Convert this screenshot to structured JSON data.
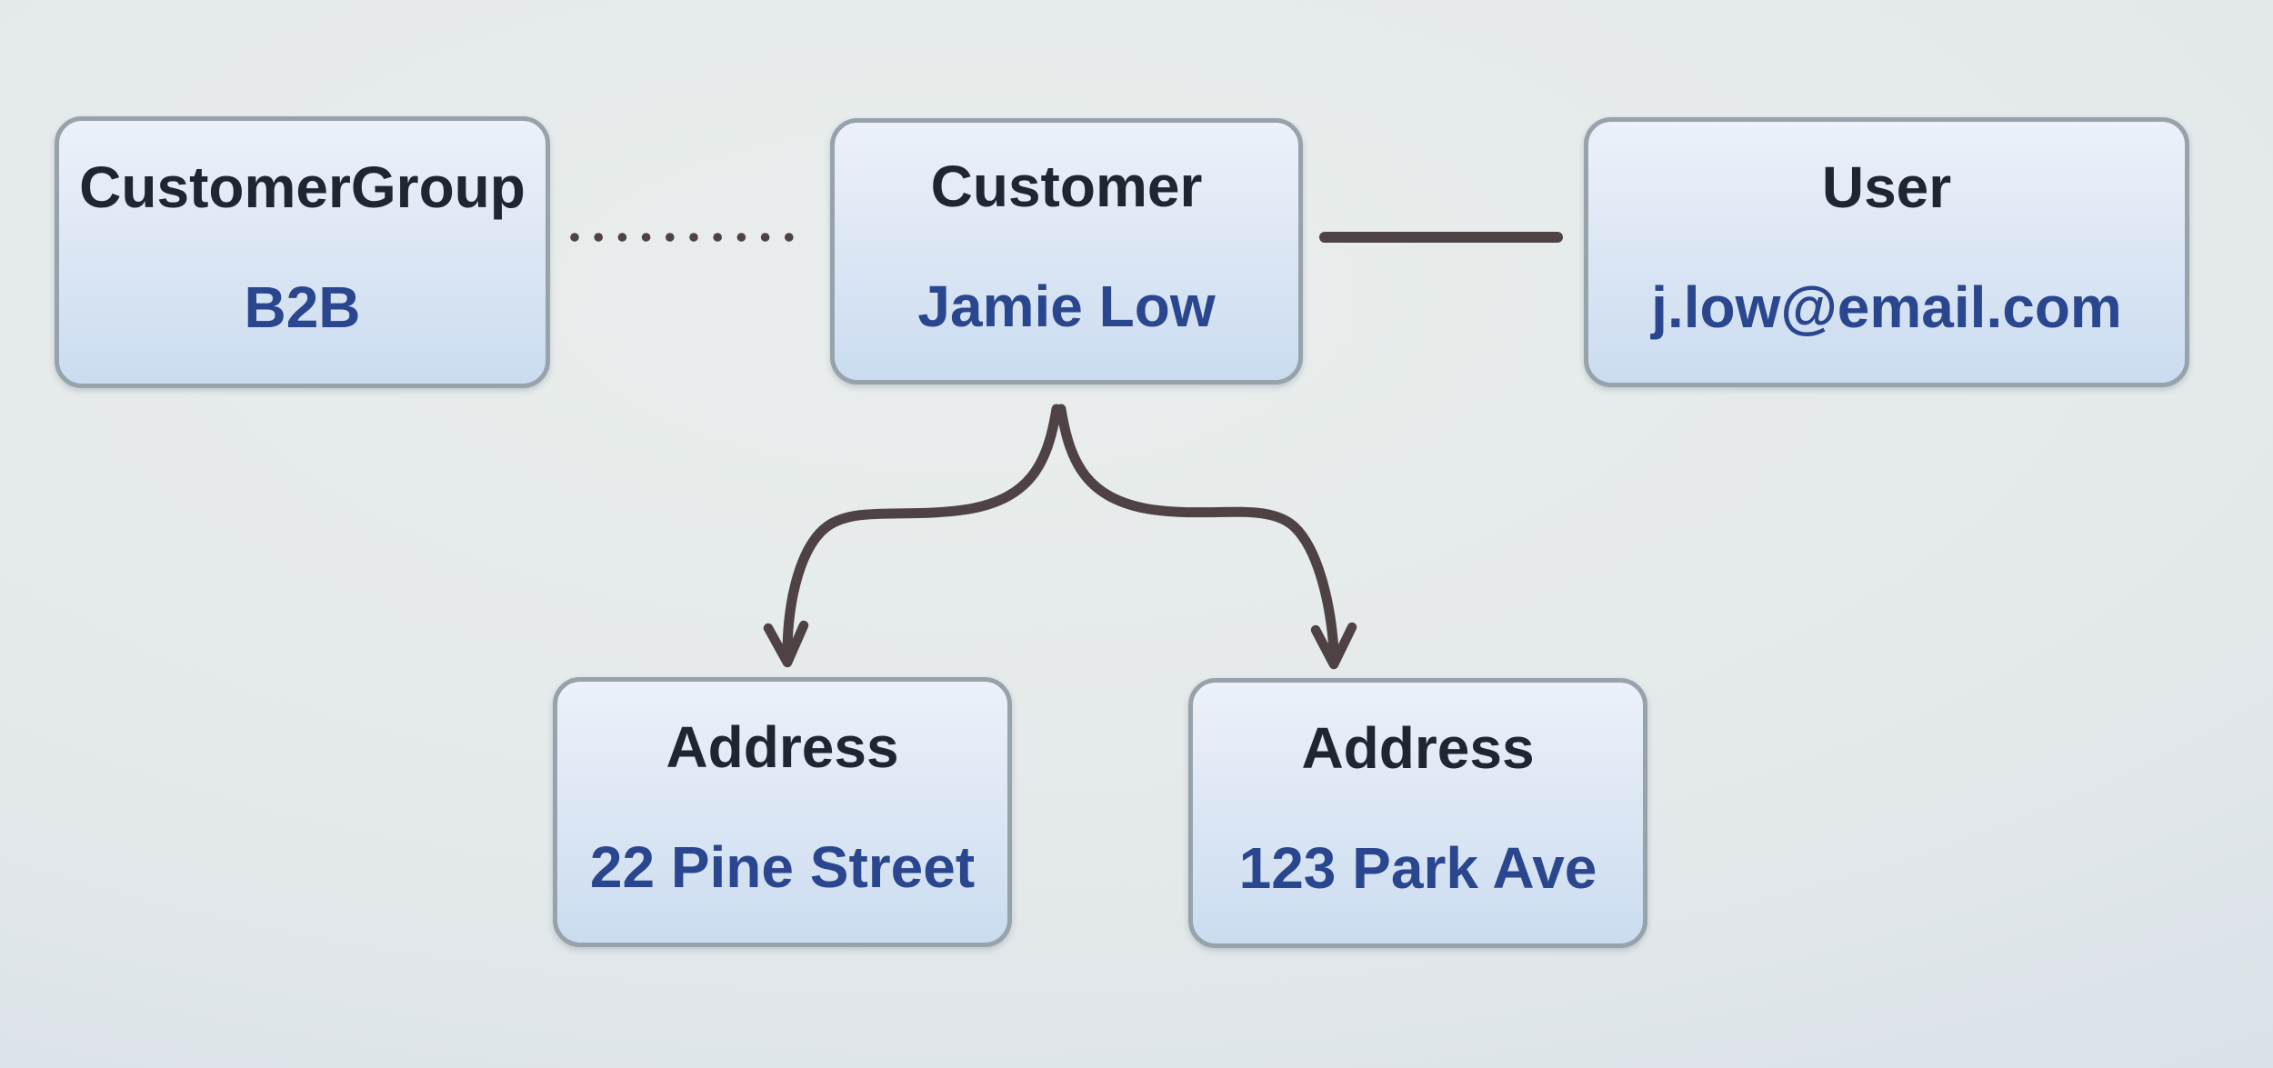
{
  "diagram": {
    "nodes": [
      {
        "id": "customer_group",
        "title": "CustomerGroup",
        "value": "B2B"
      },
      {
        "id": "customer",
        "title": "Customer",
        "value": "Jamie Low"
      },
      {
        "id": "user",
        "title": "User",
        "value": "j.low@email.com"
      },
      {
        "id": "address_1",
        "title": "Address",
        "value": "22 Pine Street"
      },
      {
        "id": "address_2",
        "title": "Address",
        "value": "123 Park Ave"
      }
    ],
    "edges": [
      {
        "from": "customer_group",
        "to": "customer",
        "style": "dotted-line",
        "arrow": false
      },
      {
        "from": "customer",
        "to": "user",
        "style": "solid-line",
        "arrow": false
      },
      {
        "from": "customer",
        "to": "address_1",
        "style": "curved-line",
        "arrow": true
      },
      {
        "from": "customer",
        "to": "address_2",
        "style": "curved-line",
        "arrow": true
      }
    ],
    "colors": {
      "node_title": "#1f2532",
      "node_value": "#2a468e",
      "node_border": "#96a3ab",
      "node_fill_top": "#ecf1fa",
      "node_fill_bottom": "#cbdcf0",
      "connector": "#4e4245",
      "background_center": "#e9edec",
      "background_edge": "#ced8df"
    }
  }
}
